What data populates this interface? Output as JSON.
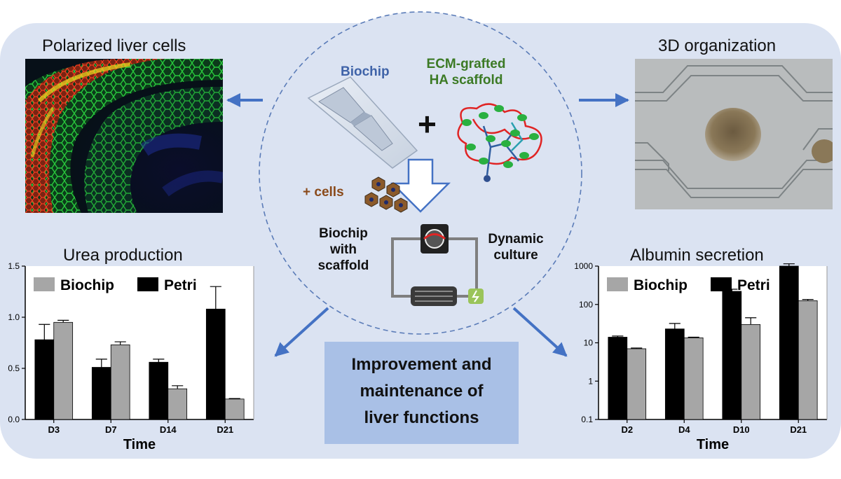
{
  "titles": {
    "polarized": "Polarized liver cells",
    "organization": "3D organization",
    "urea": "Urea production",
    "albumin": "Albumin secretion"
  },
  "center": {
    "biochip": "Biochip",
    "scaffold_line1": "ECM-grafted",
    "scaffold_line2": "HA scaffold",
    "plus": "+",
    "cells": "+ cells",
    "biochip_scaffold": [
      "Biochip",
      "with",
      "scaffold"
    ],
    "dynamic": [
      "Dynamic",
      "culture"
    ]
  },
  "conclusion": [
    "Improvement and",
    "maintenance of",
    "liver functions"
  ],
  "colors": {
    "panel": "#dbe3f2",
    "arrow": "#4472c4",
    "biochip_text": "#3f63a8",
    "scaffold_text": "#3c7a25",
    "cells_text": "#8a4a1a",
    "biochip_bar": "#a6a6a6",
    "petri_bar": "#000000"
  },
  "chart_data": [
    {
      "type": "bar",
      "title": "Urea production",
      "xlabel": "Time",
      "ylabel": "",
      "categories": [
        "D3",
        "D7",
        "D14",
        "D21"
      ],
      "ylim": [
        0,
        1.5
      ],
      "yticks": [
        "0.0",
        "0.5",
        "1.0",
        "1.5"
      ],
      "legend": "top-left",
      "series": [
        {
          "name": "Petri",
          "color": "#000000",
          "values": [
            0.78,
            0.51,
            0.56,
            1.08
          ],
          "errors": [
            0.15,
            0.08,
            0.03,
            0.22
          ]
        },
        {
          "name": "Biochip",
          "color": "#a6a6a6",
          "values": [
            0.95,
            0.73,
            0.3,
            0.2
          ],
          "errors": [
            0.02,
            0.03,
            0.03,
            0.005
          ]
        }
      ]
    },
    {
      "type": "bar",
      "title": "Albumin secretion",
      "xlabel": "Time",
      "ylabel": "",
      "scale": "log",
      "categories": [
        "D2",
        "D4",
        "D10",
        "D21"
      ],
      "ylim": [
        0.1,
        1000
      ],
      "yticks": [
        "0.1",
        "1",
        "10",
        "100",
        "1000"
      ],
      "legend": "top-left",
      "series": [
        {
          "name": "Petri",
          "color": "#000000",
          "values": [
            14,
            23,
            220,
            1000
          ],
          "errors": [
            1,
            9,
            30,
            150
          ]
        },
        {
          "name": "Biochip",
          "color": "#a6a6a6",
          "values": [
            7,
            13.5,
            30,
            125
          ],
          "errors": [
            0.3,
            0.5,
            15,
            10
          ]
        }
      ]
    }
  ]
}
